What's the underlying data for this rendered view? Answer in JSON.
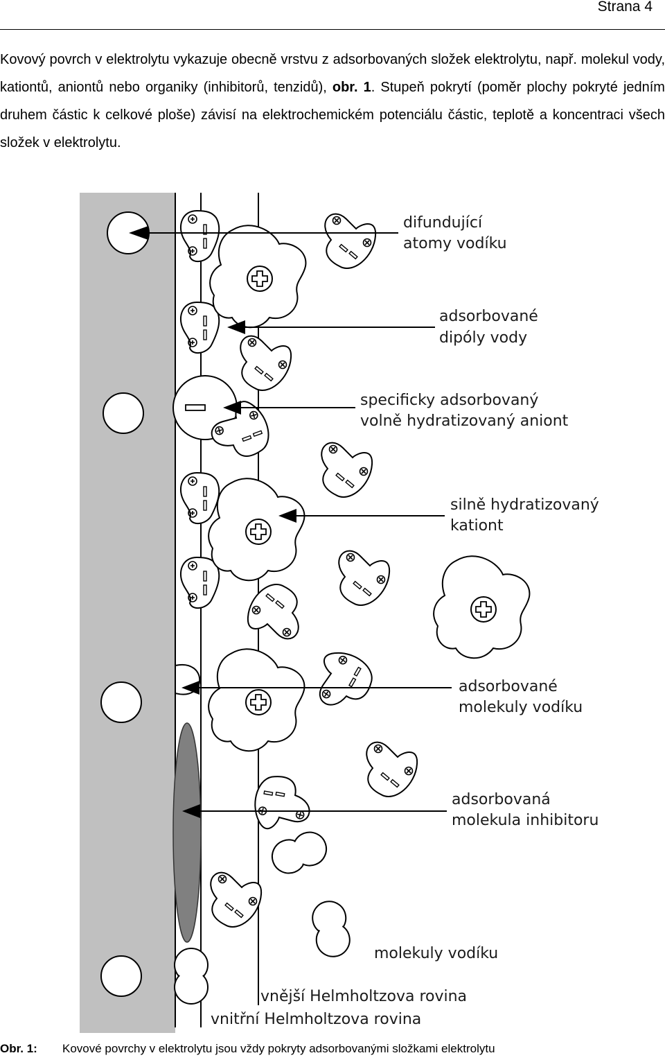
{
  "header": {
    "page_label": "Strana 4"
  },
  "intro": {
    "text_before_ref": "Kovový povrch v elektrolytu vykazuje obecně vrstvu z adsorbovaných složek elektrolytu, např. molekul vody, kationtů, aniontů nebo organiky (inhibitorů, tenzidů), ",
    "figure_ref": "obr. 1",
    "text_after_ref": ". Stupeň pokrytí (poměr plochy pokryté jedním druhem částic k celkové ploše) závisí na elektrochemickém potenciálu částic, teplotě a koncentraci všech složek v elektrolytu."
  },
  "figure": {
    "labels": {
      "hydrogen_atoms": [
        "difundující",
        "atomy vodíku"
      ],
      "water_dipoles": [
        "adsorbované",
        "dipóly vody"
      ],
      "anion": [
        "specificky adsorbovaný",
        "volně hydratizovaný aniont"
      ],
      "cation": [
        "silně hydratizovaný",
        "kationt"
      ],
      "hydrogen_molecules_adsorbed": [
        "adsorbované",
        "molekuly vodíku"
      ],
      "inhibitor": [
        "adsorbovaná",
        "molekula inhibitoru"
      ],
      "hydrogen_molecules": "molekuly vodíku",
      "outer_plane": "vnější Helmholtzova rovina",
      "inner_plane": "vnitřní Helmholtzova rovina"
    },
    "colors": {
      "metal": "#c0c0c0",
      "inhibitor": "#808080",
      "stroke": "#000000"
    }
  },
  "caption": {
    "number": "Obr. 1:",
    "text": "Kovové povrchy v elektrolytu jsou vždy pokryty adsorbovanými složkami elektrolytu"
  }
}
